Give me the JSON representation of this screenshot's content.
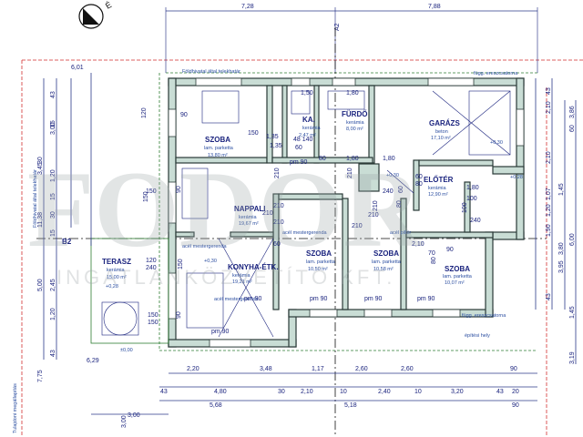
{
  "top_dims": [
    "7,28",
    "7,88"
  ],
  "axis_label": "A2",
  "side_axis_label": "B2",
  "left_dims": [
    "6,01",
    "43",
    "3,00",
    "30",
    "3,45",
    "11,38",
    "2,45",
    "1,20",
    "5,00",
    "43",
    "7,75",
    "15",
    "1,20",
    "15",
    "30",
    "15",
    "3,00"
  ],
  "right_dims": [
    "43",
    "2,10",
    "1,07",
    "1,45",
    "3,80",
    "60",
    "2,10",
    "1,20",
    "3,95",
    "1,90",
    "43",
    "3,86",
    "6,00",
    "1,45",
    "3,19"
  ],
  "bottom_dims_1": [
    "2,20",
    "3,48",
    "1,17",
    "2,60",
    "2,60",
    "90"
  ],
  "bottom_dims_2": [
    "43",
    "4,80",
    "30",
    "2,10",
    "10",
    "2,40",
    "10",
    "3,20",
    "43",
    "20"
  ],
  "bottom_dims_3": [
    "5,68",
    "5,18",
    "90"
  ],
  "misc_labels": {
    "boundary_top": "Földhivatal által telekhatár",
    "boundary_left": "Földhivatal által telekhatár",
    "eave_top": "függ. ereszcsatorna",
    "eave_bottom": "függ. ereszcsatorna",
    "build_line": "építési hely",
    "lintel1": "acél mestergerenda",
    "lintel2": "acél mestergerenda",
    "lintel3": "acél mestergerenda",
    "pillar": "acél pillér",
    "side_dim_629": "6,29",
    "bottom_left": "Tulajdoni megállapítás",
    "bottom_300": "3,00",
    "level_1": "±0,00",
    "level_2": "+0,30",
    "level_3": "+0,30",
    "level_4": "+0,28",
    "level_5": "+0,28",
    "level_6": "+0,30"
  },
  "rooms": [
    {
      "name": "SZOBA",
      "floor": "lam. parketta",
      "area": "13,80 m²"
    },
    {
      "name": "KA.",
      "floor": "kerámia",
      "area": "2,47 m²"
    },
    {
      "name": "FÜRDŐ",
      "floor": "kerámia",
      "area": "8,00 m²"
    },
    {
      "name": "GARÁZS",
      "floor": "beton",
      "area": "17,10 m²"
    },
    {
      "name": "NAPPALI",
      "floor": "kerámia",
      "area": "19,67 m²"
    },
    {
      "name": "ELŐTÉR",
      "floor": "kerámia",
      "area": "12,90 m²"
    },
    {
      "name": "TERASZ",
      "floor": "kerámia",
      "area": "15,00 m²"
    },
    {
      "name": "KONYHA-ÉTK.",
      "floor": "kerámia",
      "area": "19,21 m²"
    },
    {
      "name": "SZOBA",
      "floor": "lam. parketta",
      "area": "10,50 m²"
    },
    {
      "name": "SZOBA",
      "floor": "lam. parketta",
      "area": "10,58 m²"
    },
    {
      "name": "SZOBA",
      "floor": "lam. parketta",
      "area": "10,07 m²"
    }
  ],
  "door_marks": [
    "120",
    "90",
    "150",
    "90",
    "1,35",
    "1,35",
    "210",
    "210",
    "210",
    "210",
    "210",
    "210",
    "210",
    "60",
    "210",
    "150",
    "150",
    "150",
    "90",
    "120",
    "240",
    "150",
    "150",
    "1,50",
    "1,80",
    "1,80",
    "1,80",
    "pm 90",
    "pm 90",
    "pm 90",
    "pm 90",
    "pm 90",
    "pm 90",
    "2,10",
    "1,80",
    "100",
    "100",
    "240",
    "70",
    "80",
    "90",
    "240",
    "60",
    "60",
    "80",
    "80",
    "60",
    "80",
    "48 140"
  ],
  "watermark": {
    "logo": "FODOR",
    "sub": "INGATLANKÖZVETÍTŐ KFT."
  }
}
